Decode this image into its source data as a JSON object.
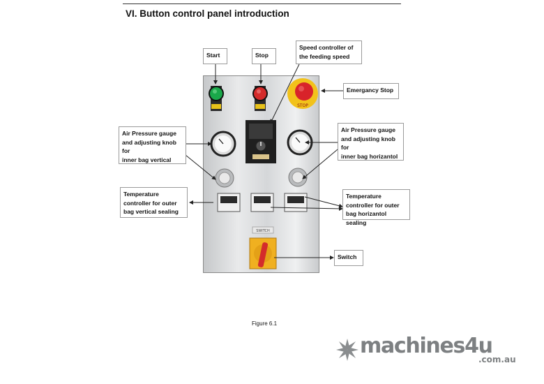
{
  "header": {
    "title": "VI. Button control panel introduction"
  },
  "labels": {
    "start": "Start",
    "stop": "Stop",
    "speed_line1": "Speed controller of",
    "speed_line2": "the feeding speed",
    "emergency": "Emergancy Stop",
    "air_left_line1": "Air Pressure gauge",
    "air_left_line2": "and adjusting knob for",
    "air_left_line3": "inner bag vertical",
    "air_right_line1": "Air Pressure gauge",
    "air_right_line2": "and adjusting knob for",
    "air_right_line3": "inner bag horizantol",
    "temp_left_line1": "Temperature",
    "temp_left_line2": "controller for outer",
    "temp_left_line3": "bag vertical sealing",
    "temp_right_line1": "Temperature",
    "temp_right_line2": "controller for outer",
    "temp_right_line3": "bag horizantol  sealing",
    "switch": "Switch"
  },
  "panel": {
    "estop_ring_text": "STOP",
    "switch_plate_text": "SWITCH"
  },
  "caption": "Figure 6.1",
  "logo": {
    "name": "machines4u",
    "domain": ".com.au",
    "icon": "snowflake-icon"
  },
  "colors": {
    "start_green": "#1aa84a",
    "stop_red": "#d42b2b",
    "estop_red": "#d8232a",
    "estop_yellow": "#f2c21b",
    "switch_yellow": "#f0b020",
    "logo_gray": "#7d8082"
  }
}
